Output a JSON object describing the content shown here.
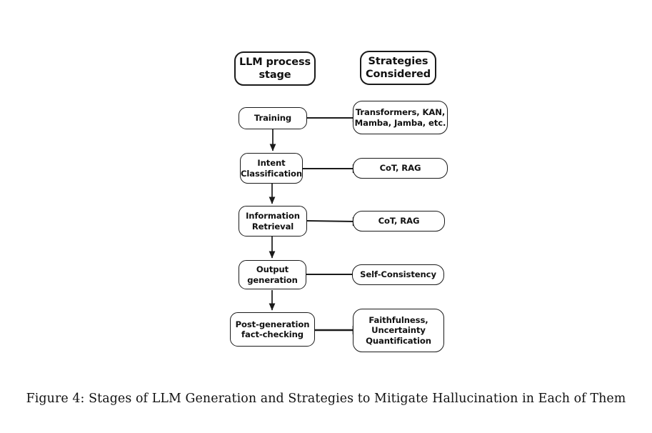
{
  "figure": {
    "caption": "Figure 4: Stages of LLM Generation and Strategies to Mitigate Hallucination in Each of Them",
    "background_color": "#ffffff",
    "line_color": "#1a1a1a",
    "text_color": "#111111"
  },
  "headers": {
    "left": {
      "line1": "LLM process",
      "line2": "stage"
    },
    "right": {
      "line1": "Strategies",
      "line2": "Considered"
    }
  },
  "rows": [
    {
      "stage": {
        "line1": "Training",
        "line2": ""
      },
      "strategy": {
        "line1": "Transformers, KAN,",
        "line2": "Mamba, Jamba, etc.",
        "line3": ""
      }
    },
    {
      "stage": {
        "line1": "Intent",
        "line2": "Classification"
      },
      "strategy": {
        "line1": "CoT, RAG",
        "line2": "",
        "line3": ""
      }
    },
    {
      "stage": {
        "line1": "Information",
        "line2": "Retrieval"
      },
      "strategy": {
        "line1": "CoT, RAG",
        "line2": "",
        "line3": ""
      }
    },
    {
      "stage": {
        "line1": "Output",
        "line2": "generation"
      },
      "strategy": {
        "line1": "Self-Consistency",
        "line2": "",
        "line3": ""
      }
    },
    {
      "stage": {
        "line1": "Post-generation",
        "line2": "fact-checking"
      },
      "strategy": {
        "line1": "Faithfulness,",
        "line2": "Uncertainty",
        "line3": "Quantification"
      }
    }
  ]
}
